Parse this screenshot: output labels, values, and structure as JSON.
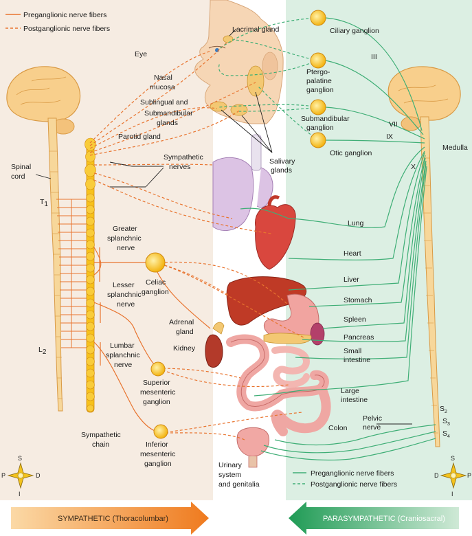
{
  "legend_left": {
    "preganglionic": "Preganglionic nerve fibers",
    "postganglionic": "Postganglionic nerve fibers"
  },
  "legend_right": {
    "preganglionic": "Preganglionic nerve fibers",
    "postganglionic": "Postganglionic nerve fibers"
  },
  "sympathetic_labels": {
    "eye": "Eye",
    "nasal_1": "Nasal",
    "nasal_2": "mucosa",
    "sub_1": "Sublingual and",
    "sub_2": "Submandibular",
    "sub_3": "glands",
    "parotid": "Parotid gland",
    "symp_nerves_1": "Sympathetic",
    "symp_nerves_2": "nerves",
    "spinal_1": "Spinal",
    "spinal_2": "cord",
    "t1": "T",
    "t1_sub": "1",
    "greater_1": "Greater",
    "greater_2": "splanchnic",
    "greater_3": "nerve",
    "lesser_1": "Lesser",
    "lesser_2": "splanchnic",
    "lesser_3": "nerve",
    "lumbar_1": "Lumbar",
    "lumbar_2": "splanchnic",
    "lumbar_3": "nerve",
    "l2": "L",
    "l2_sub": "2",
    "celiac_1": "Celiac",
    "celiac_2": "ganglion",
    "adrenal_1": "Adrenal",
    "adrenal_2": "gland",
    "kidney": "Kidney",
    "sup_mes_1": "Superior",
    "sup_mes_2": "mesenteric",
    "sup_mes_3": "ganglion",
    "inf_mes_1": "Inferior",
    "inf_mes_2": "mesenteric",
    "inf_mes_3": "ganglion",
    "chain_1": "Sympathetic",
    "chain_2": "chain",
    "urinary_1": "Urinary",
    "urinary_2": "system",
    "urinary_3": "and genitalia"
  },
  "parasympathetic_labels": {
    "lacrimal": "Lacrimal gland",
    "ciliary": "Ciliary ganglion",
    "ptergo_1": "Ptergo-",
    "ptergo_2": "palatine",
    "ptergo_3": "ganglion",
    "submand_1": "Submandibular",
    "submand_2": "ganglion",
    "otic": "Otic ganglion",
    "salivary_1": "Salivary",
    "salivary_2": "glands",
    "iii": "III",
    "vii": "VII",
    "ix": "IX",
    "x": "X",
    "medulla": "Medulla",
    "lung": "Lung",
    "heart": "Heart",
    "liver": "Liver",
    "stomach": "Stomach",
    "spleen": "Spleen",
    "pancreas": "Pancreas",
    "small_1": "Small",
    "small_2": "intestine",
    "large_1": "Large",
    "large_2": "intestine",
    "colon": "Colon",
    "pelvic_1": "Pelvic",
    "pelvic_2": "nerve",
    "s2": "S",
    "s2_sub": "2",
    "s3": "S",
    "s3_sub": "3",
    "s4": "S",
    "s4_sub": "4"
  },
  "compass_left": {
    "top": "S",
    "bottom": "I",
    "left": "P",
    "right": "D"
  },
  "compass_right": {
    "top": "S",
    "bottom": "I",
    "left": "D",
    "right": "P"
  },
  "banners": {
    "left": "SYMPATHETIC (Thoracolumbar)",
    "right": "PARASYMPATHETIC (Craniosacral)"
  },
  "colors": {
    "sympathetic_bg": "#f6ece2",
    "parasympathetic_bg": "#dcefe3",
    "sympathetic_nerve": "#e8742f",
    "parasympathetic_nerve": "#3fae76",
    "ganglion": "#f7c21c",
    "spinal": "#f7d79a"
  }
}
